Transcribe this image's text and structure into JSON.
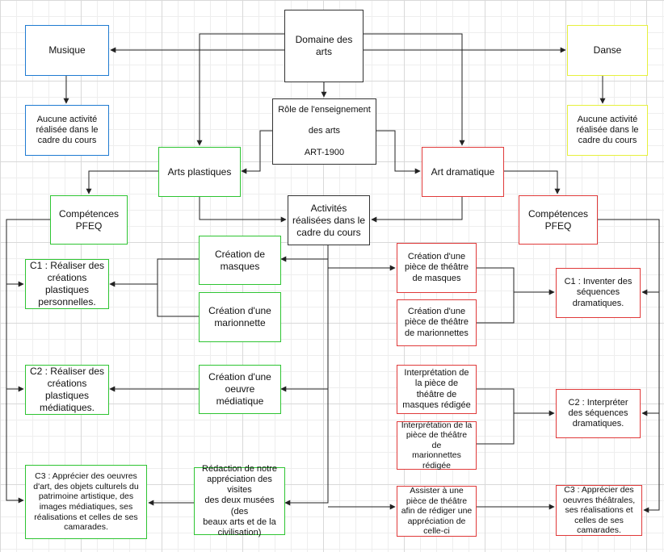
{
  "colors": {
    "black": "#333333",
    "blue": "#1f7bd1",
    "yellow": "#e6f03c",
    "green": "#2ec432",
    "red": "#e03a3a",
    "line": "#222222"
  },
  "nodes": {
    "domaine": "Domaine des arts",
    "musique": "Musique",
    "danse": "Danse",
    "musique_note": "Aucune activité\nréalisée dans le\ncadre du cours",
    "danse_note": "Aucune activité\nréalisée dans le\ncadre du cours",
    "role": "Rôle de l'enseignement\n\ndes arts\n\nART-1900",
    "arts_plastiques": "Arts plastiques",
    "art_dramatique": "Art dramatique",
    "comp_left": "Compétences\nPFEQ",
    "activites": "Activités\nréalisées dans le\ncadre du cours",
    "comp_right": "Compétences\nPFEQ",
    "masques": "Création de\nmasques",
    "marionnette": "Création d'une\nmarionnette",
    "oeuvre_med": "Création d'une\noeuvre\nmédiatique",
    "redaction": "Rédaction de notre\nappréciation des visites\ndes deux musées (des\nbeaux arts et de la\ncivilisation)",
    "c1_left": "C1 : Réaliser des\ncréations\nplastiques\npersonnelles.",
    "c2_left": "C2 : Réaliser des\ncréations\nplastiques\nmédiatiques.",
    "c3_left": "C3 : Apprécier des oeuvres\nd'art, des objets culturels du\npatrimoine artistique, des\nimages médiatiques, ses\nréalisations et celles de ses\ncamarades.",
    "piece_masques": "Création d'une\npièce de théâtre\nde masques",
    "piece_marionnettes": "Création d'une\npièce de théâtre\nde marionnettes",
    "interp_masques": "Interprétation de\nla pièce de\nthéâtre de\nmasques rédigée",
    "interp_marionnettes": "Interprétation de la\npièce de théâtre de\nmarionnettes\nrédigée",
    "assister": "Assister à une\npièce de théâtre\nafin de rédiger une\nappréciation de\ncelle-ci",
    "c1_right": "C1 : Inventer des\nséquences\ndramatiques.",
    "c2_right": "C2 : Interpréter\ndes séquences\ndramatiques.",
    "c3_right": "C3 : Apprécier des\noeuvres théâtrales,\nses réalisations et\ncelles de ses\ncamarades."
  }
}
